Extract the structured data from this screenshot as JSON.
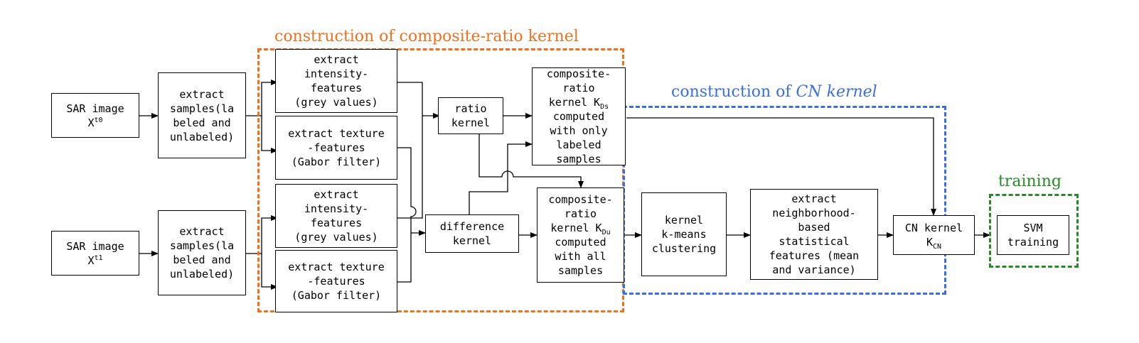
{
  "groups": {
    "composite": {
      "label": "construction of composite-ratio kernel",
      "color": "#f07020"
    },
    "cn": {
      "label_prefix": "construction of ",
      "label_em": "CN kernel",
      "color": "#3a6ee8"
    },
    "training": {
      "label": "training",
      "color": "#2a8a2a"
    }
  },
  "nodes": {
    "sar_t0": {
      "text": "SAR image\nX",
      "sup": "t0"
    },
    "sar_t1": {
      "text": "SAR image\nX",
      "sup": "t1"
    },
    "samples_t0": {
      "text": "extract\nsamples(la\nbeled and\nunlabeled)"
    },
    "samples_t1": {
      "text": "extract\nsamples(la\nbeled and\nunlabeled)"
    },
    "intensity_t0": {
      "text": "extract\nintensity-\nfeatures\n(grey values)"
    },
    "texture_t0": {
      "text": "extract texture\n-features\n(Gabor filter)"
    },
    "intensity_t1": {
      "text": "extract\nintensity-\nfeatures\n(grey values)"
    },
    "texture_t1": {
      "text": "extract texture\n-features\n(Gabor filter)"
    },
    "ratio": {
      "text": "ratio\nkernel"
    },
    "difference": {
      "text": "difference\nkernel"
    },
    "comp_ds": {
      "text1": "composite-\nratio\nkernel K",
      "sub": "Ds",
      "text2": "\ncomputed\nwith only\nlabeled\nsamples"
    },
    "comp_du": {
      "text1": "composite-\nratio\nkernel K",
      "sub": "Du",
      "text2": "\ncomputed\nwith all\nsamples"
    },
    "kmeans": {
      "text": "kernel\nk-means\nclustering"
    },
    "neighborhood": {
      "text": "extract\nneighborhood-\nbased\nstatistical\nfeatures (mean\nand variance)"
    },
    "cn_kernel": {
      "text": "CN kernel\nK",
      "sub": "CN"
    },
    "svm": {
      "text": "SVM\ntraining"
    }
  }
}
